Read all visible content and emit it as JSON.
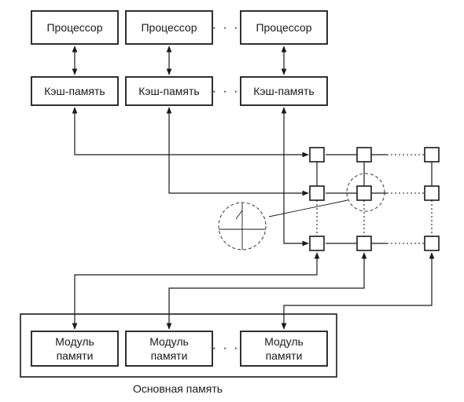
{
  "processor_label": "Процессор",
  "cache_label": "Кэш-память",
  "memory_module_line1": "Модуль",
  "memory_module_line2": "памяти",
  "main_memory_label": "Основная память",
  "ellipsis": "· · ·"
}
